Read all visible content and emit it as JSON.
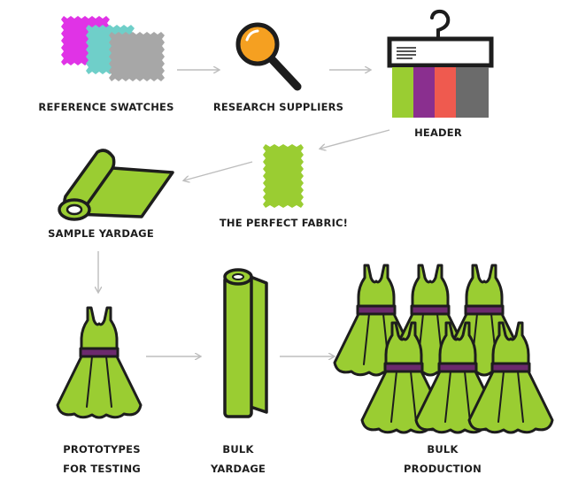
{
  "colors": {
    "lime": "#9acd32",
    "ink": "#1d1d1d",
    "magenta": "#e033e6",
    "teal": "#6fcfc9",
    "gray": "#a7a7a7",
    "orange": "#f5a021",
    "purple": "#8a2f8f",
    "coral": "#ef5a4f",
    "dark_gray": "#6b6b6b",
    "belt": "#6b2a6d",
    "arrow": "#bdbdbd"
  },
  "steps": {
    "reference_swatches": {
      "label": "REFERENCE SWATCHES",
      "icon": "fabric-swatches-icon"
    },
    "research_suppliers": {
      "label": "RESEARCH SUPPLIERS",
      "icon": "magnifying-glass-icon"
    },
    "header": {
      "label": "HEADER",
      "icon": "hanger-header-icon"
    },
    "perfect_fabric": {
      "label": "THE PERFECT FABRIC!",
      "icon": "fabric-swatch-icon"
    },
    "sample_yardage": {
      "label": "SAMPLE YARDAGE",
      "icon": "fabric-roll-icon"
    },
    "prototypes": {
      "label_line1": "PROTOTYPES",
      "label_line2": "FOR TESTING",
      "icon": "dress-icon"
    },
    "bulk_yardage": {
      "label_line1": "BULK",
      "label_line2": "YARDAGE",
      "icon": "fabric-bolt-icon"
    },
    "bulk_production": {
      "label_line1": "BULK",
      "label_line2": "PRODUCTION",
      "icon": "dresses-group-icon"
    }
  }
}
